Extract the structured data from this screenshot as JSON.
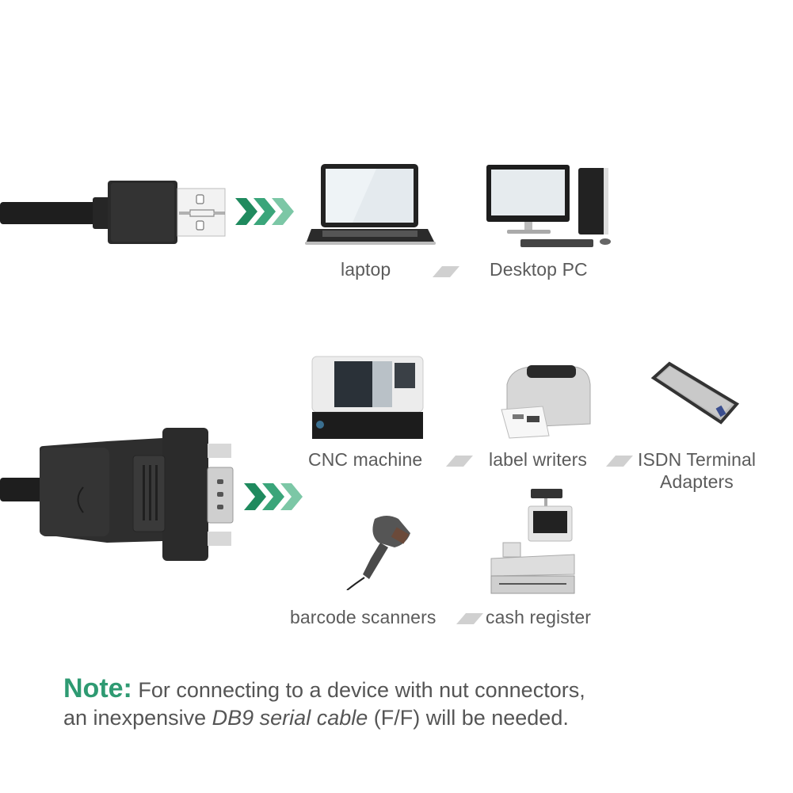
{
  "top_section": {
    "connector": "usb-a-plug",
    "arrow": "triple-chevron-right",
    "devices": [
      {
        "id": "laptop",
        "label": "laptop"
      },
      {
        "id": "desktop",
        "label": "Desktop PC"
      }
    ]
  },
  "bottom_section": {
    "connector": "db9-male-plug",
    "arrow": "triple-chevron-right",
    "devices": [
      {
        "id": "cnc",
        "label": "CNC machine"
      },
      {
        "id": "label-writer",
        "label": "label writers"
      },
      {
        "id": "isdn",
        "label_line1": "ISDN Terminal",
        "label_line2": "Adapters"
      },
      {
        "id": "barcode",
        "label": "barcode scanners"
      },
      {
        "id": "cash-register",
        "label": "cash register"
      }
    ]
  },
  "note": {
    "key": "Note:",
    "line1": " For connecting to a device with nut connectors,",
    "line2_pre": "an inexpensive ",
    "line2_em": "DB9 serial cable",
    "line2_post": " (F/F) will be needed."
  },
  "colors": {
    "accent_green": "#2e9a72",
    "chevron_dark": "#1f8a5e",
    "chevron_mid": "#3aa57a",
    "chevron_light": "#7cc7a6",
    "text_gray": "#5b5b5b",
    "slash_gray": "#d0d0d0"
  }
}
